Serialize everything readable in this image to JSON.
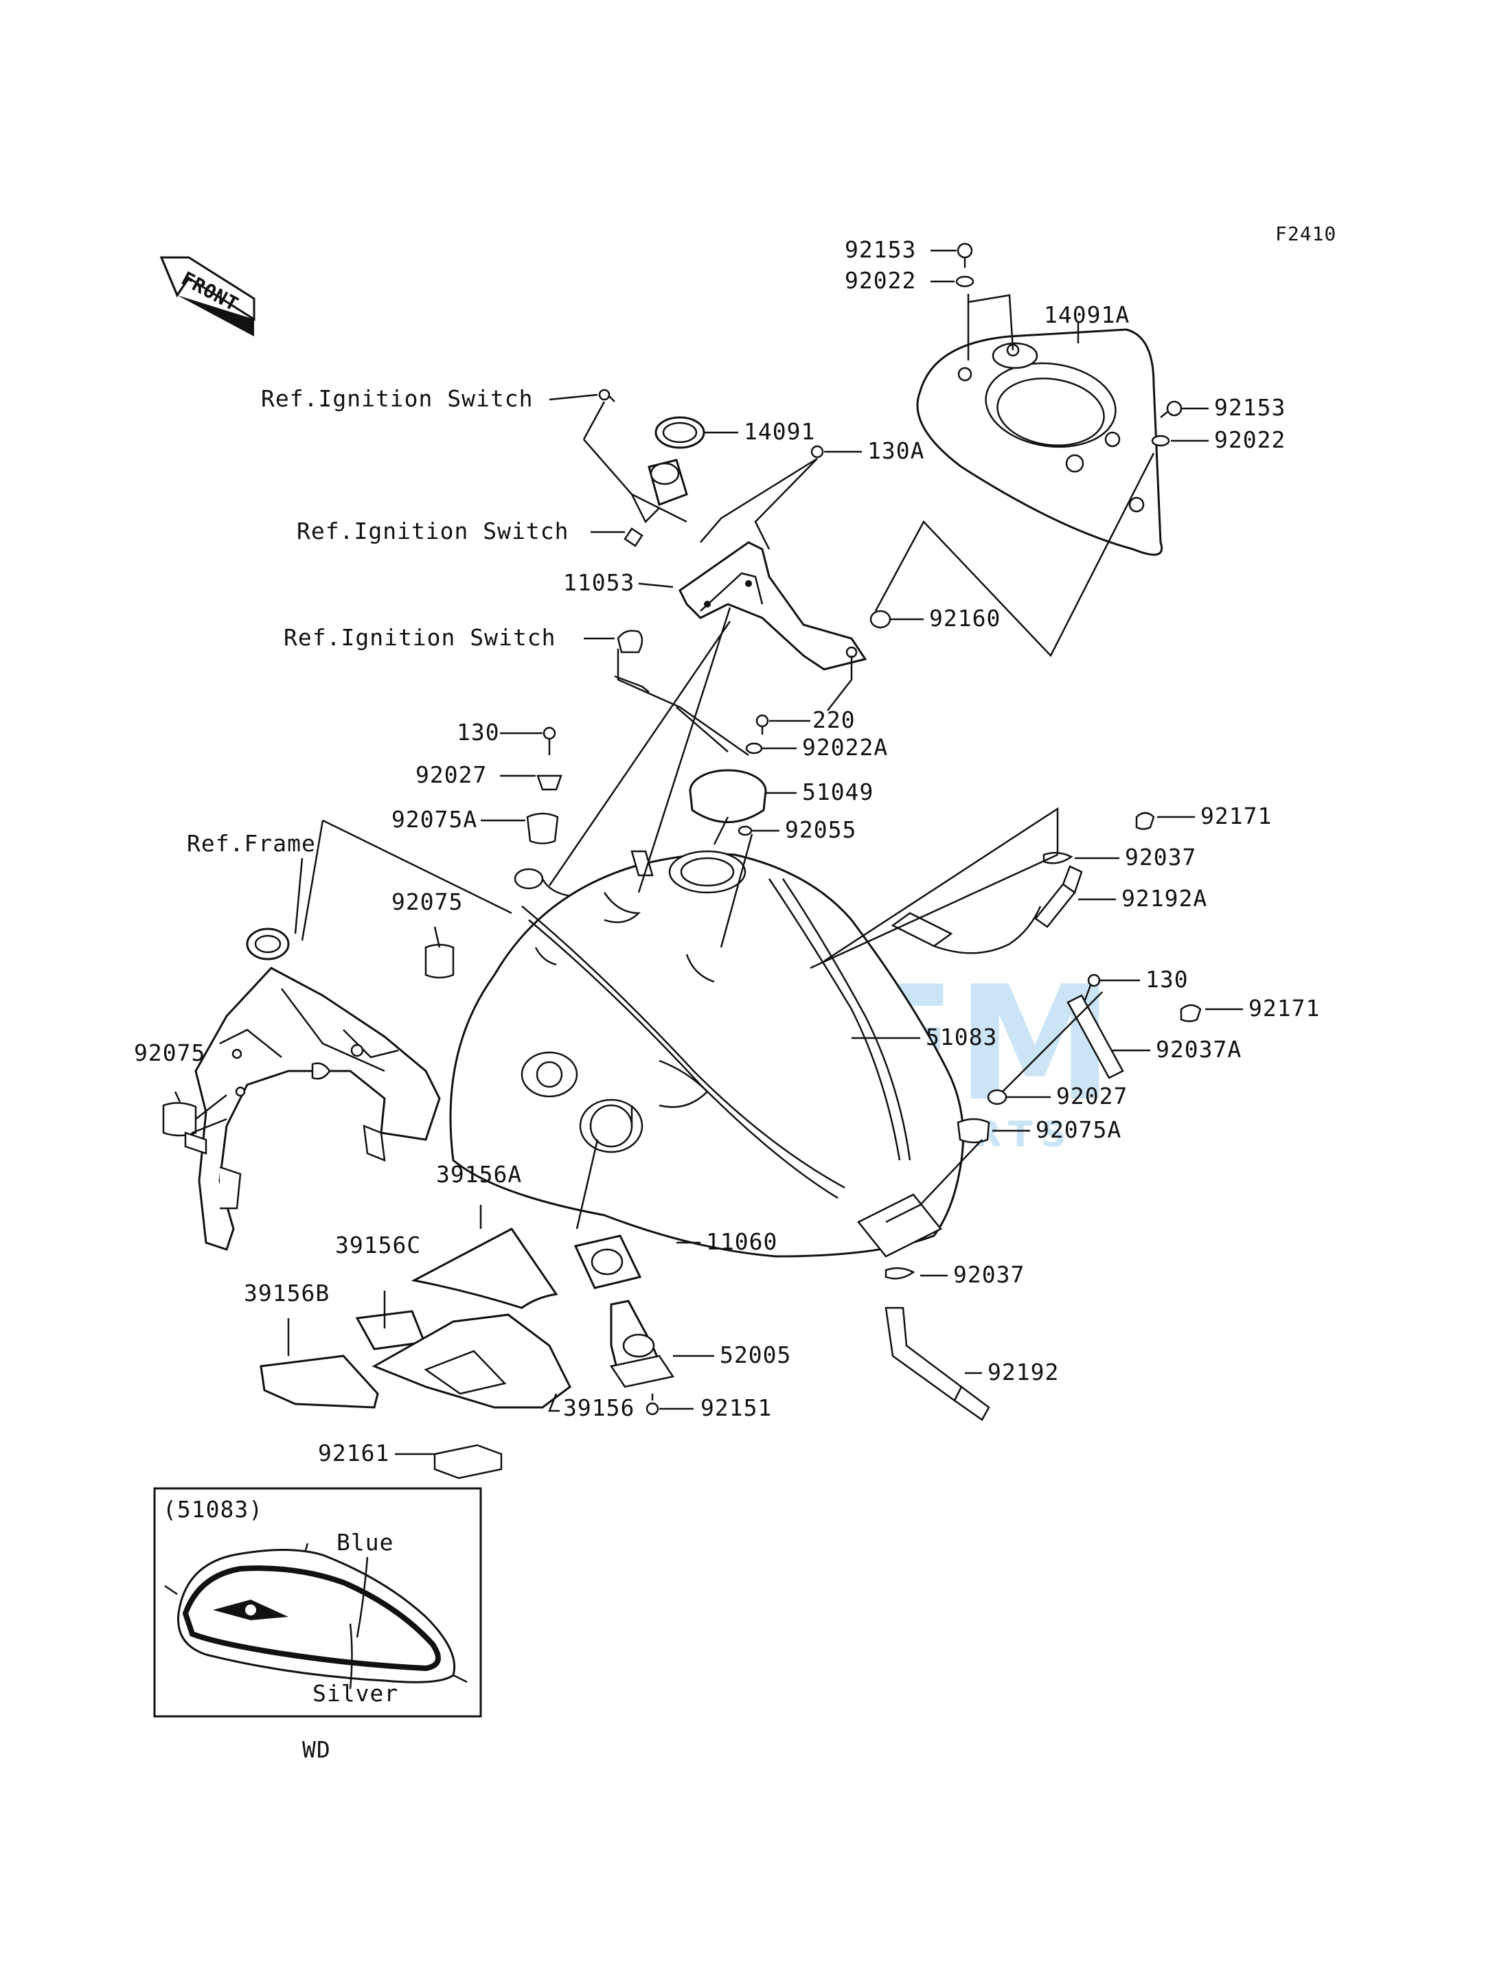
{
  "figure_code": "F2410",
  "front_arrow_label": "FRONT",
  "watermark": {
    "brand": "OEM",
    "tagline": "MOTORPARTS",
    "color": "#4aa3df"
  },
  "callouts": {
    "p92153_top": "92153",
    "p92022_top": "92022",
    "p14091A": "14091A",
    "p92153_right": "92153",
    "p92022_right": "92022",
    "ref_ign_1": "Ref.Ignition Switch",
    "p14091": "14091",
    "p130A": "130A",
    "ref_ign_2": "Ref.Ignition Switch",
    "p11053": "11053",
    "ref_ign_3": "Ref.Ignition Switch",
    "p92160": "92160",
    "p220": "220",
    "p130_top": "130",
    "p92022A": "92022A",
    "p92027_top": "92027",
    "p51049": "51049",
    "p92075A_top": "92075A",
    "p92055": "92055",
    "p92171_top": "92171",
    "ref_frame": "Ref.Frame",
    "p92037_top": "92037",
    "p92192A": "92192A",
    "p92075_top": "92075",
    "p130_right": "130",
    "p51083": "51083",
    "p92171_right": "92171",
    "p92037A": "92037A",
    "p92075_left": "92075",
    "p92027_right": "92027",
    "p92075A_right": "92075A",
    "p39156A": "39156A",
    "p39156C": "39156C",
    "p11060": "11060",
    "p39156B": "39156B",
    "p92037_bottom": "92037",
    "p52005": "52005",
    "p92192": "92192",
    "p39156": "39156",
    "p92151": "92151",
    "p92161": "92161"
  },
  "inset": {
    "part_ref": "(51083)",
    "color_1": "Blue",
    "color_2": "Silver",
    "variant": "WD"
  }
}
